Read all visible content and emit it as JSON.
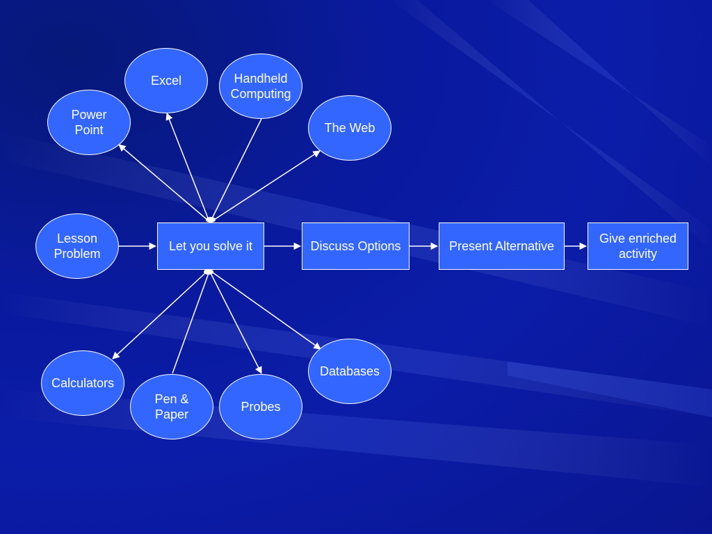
{
  "colors": {
    "node_fill": "#3366ff",
    "node_border": "#ffffff",
    "connector": "#ffffff",
    "background": "#0b1ca8"
  },
  "nodes": {
    "lesson_problem": "Lesson\nProblem",
    "let_you_solve": "Let you solve it",
    "discuss_options": "Discuss Options",
    "present_alternative": "Present Alternative",
    "give_enriched": "Give enriched\nactivity",
    "power_point": "Power\nPoint",
    "excel": "Excel",
    "handheld": "Handheld\nComputing",
    "the_web": "The Web",
    "calculators": "Calculators",
    "pen_paper": "Pen &\nPaper",
    "probes": "Probes",
    "databases": "Databases"
  }
}
